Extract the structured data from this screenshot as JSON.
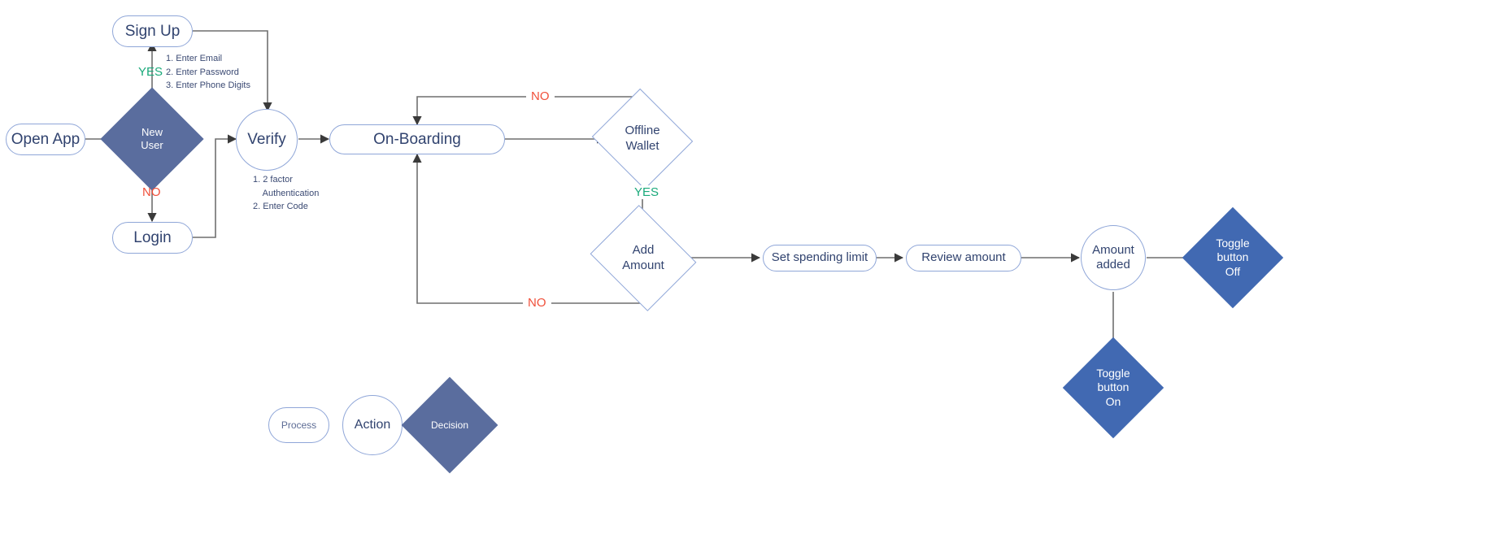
{
  "diagram": {
    "title": "Wallet App Onboarding Flowchart",
    "colors": {
      "process_border": "#8fa6d8",
      "node_text": "#31436f",
      "decision_slate": "#5a6d9e",
      "decision_blue": "#4169b2",
      "yes_label": "#1aa97a",
      "no_label": "#f0503a",
      "edge_line": "#6b6b6b",
      "background": "#ffffff"
    }
  },
  "nodes": {
    "open_app": {
      "label": "Open App",
      "type": "process"
    },
    "new_user": {
      "label": "New\nUser",
      "type": "decision",
      "fill": "slate"
    },
    "sign_up": {
      "label": "Sign Up",
      "type": "process"
    },
    "login": {
      "label": "Login",
      "type": "process"
    },
    "verify": {
      "label": "Verify",
      "type": "action"
    },
    "on_boarding": {
      "label": "On-Boarding",
      "type": "process"
    },
    "offline_wallet": {
      "label": "Offline\nWallet",
      "type": "decision",
      "fill": "outline"
    },
    "add_amount": {
      "label": "Add\nAmount",
      "type": "decision",
      "fill": "outline"
    },
    "set_spending": {
      "label": "Set spending limit",
      "type": "process"
    },
    "review_amount": {
      "label": "Review amount",
      "type": "process"
    },
    "amount_added": {
      "label": "Amount\nadded",
      "type": "action"
    },
    "toggle_off": {
      "label": "Toggle\nbutton\nOff",
      "type": "decision",
      "fill": "blue"
    },
    "toggle_on": {
      "label": "Toggle\nbutton\nOn",
      "type": "decision",
      "fill": "blue"
    }
  },
  "edge_labels": {
    "new_user_yes": "YES",
    "new_user_no": "NO",
    "offline_wallet_no": "NO",
    "offline_wallet_yes": "YES",
    "add_amount_no": "NO"
  },
  "notes": {
    "sign_up_steps": "1. Enter Email\n2. Enter Password\n3. Enter Phone Digits",
    "verify_steps": "1. 2 factor\n    Authentication\n2. Enter Code"
  },
  "legend": {
    "process": "Process",
    "action": "Action",
    "decision": "Decision"
  }
}
